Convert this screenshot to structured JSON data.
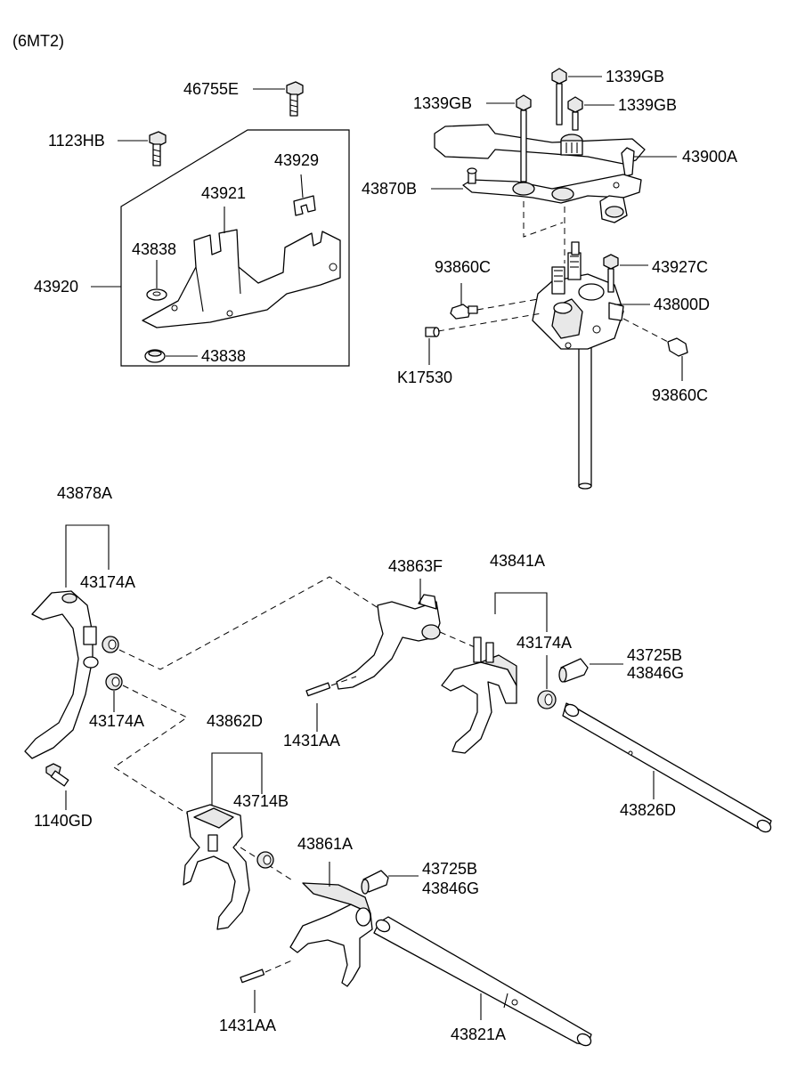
{
  "diagram": {
    "variant_label": "(6MT2)",
    "labels": {
      "p46755E": "46755E",
      "p1123HB": "1123HB",
      "p43929": "43929",
      "p43921": "43921",
      "p43838a": "43838",
      "p43920": "43920",
      "p43838b": "43838",
      "p1339GB_top": "1339GB",
      "p1339GB_left": "1339GB",
      "p1339GB_right": "1339GB",
      "p43900A": "43900A",
      "p43870B": "43870B",
      "p93860C_a": "93860C",
      "p43927C": "43927C",
      "p43800D": "43800D",
      "pK17530": "K17530",
      "p93860C_b": "93860C",
      "p43878A": "43878A",
      "p43174A_a": "43174A",
      "p43174A_b": "43174A",
      "p1140GD": "1140GD",
      "p43863F": "43863F",
      "p43841A": "43841A",
      "p43174A_c": "43174A",
      "p43725B_a": "43725B",
      "p43846G_a": "43846G",
      "p1431AA_a": "1431AA",
      "p43826D": "43826D",
      "p43862D": "43862D",
      "p43714B": "43714B",
      "p43861A": "43861A",
      "p43725B_b": "43725B",
      "p43846G_b": "43846G",
      "p1431AA_b": "1431AA",
      "p43821A": "43821A"
    }
  }
}
